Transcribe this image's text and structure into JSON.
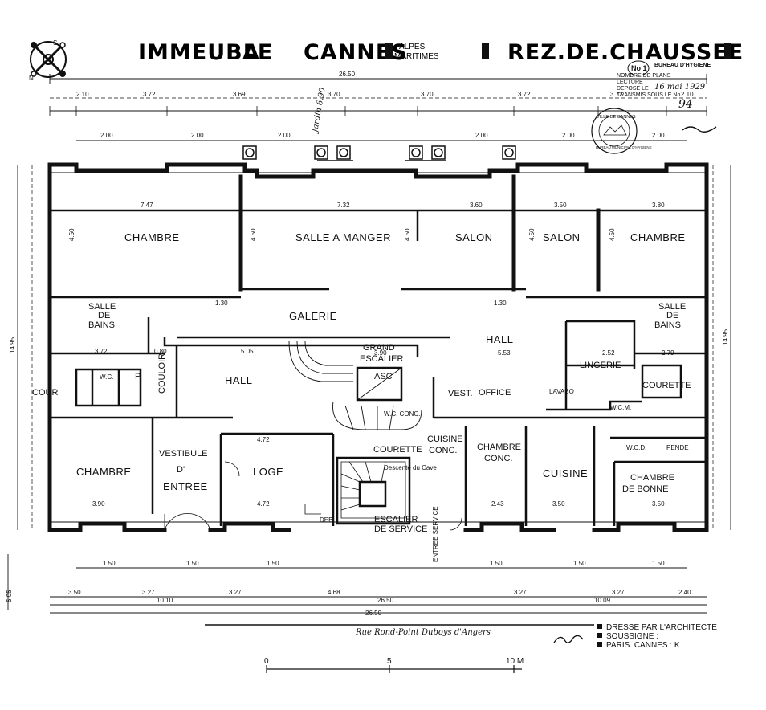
{
  "header": {
    "title_part1": "IMMEUBLE",
    "title_part2": "A",
    "title_part3": "CANNES",
    "region_top": "ALPES",
    "region_bottom": "MARITIMES",
    "title_part4": "REZ.DE.CHAUSSEE"
  },
  "stamp": {
    "number": "No 1",
    "office": "BUREAU D'HYGIENE",
    "line1": "NOMBRE DE PLANS",
    "line2": "LECTURE",
    "line3": "DEPOSE LE",
    "line4": "TRANSMIS SOUS LE No",
    "date_handwritten": "16 mai 1929",
    "number_handwritten": "94",
    "seal_line1": "VILLE DE CANNES",
    "seal_line2": "BUREAU MUNICIPAL D'HYGIENE"
  },
  "rooms": {
    "chambre_nw": "CHAMBRE",
    "salle_manger": "SALLE A MANGER",
    "salon1": "SALON",
    "salon2": "SALON",
    "chambre_ne": "CHAMBRE",
    "salle_bains_w_1": "SALLE",
    "salle_bains_w_2": "DE",
    "salle_bains_w_3": "BAINS",
    "galerie": "GALERIE",
    "hall_e": "HALL",
    "salle_bains_e_1": "SALLE",
    "salle_bains_e_2": "DE",
    "salle_bains_e_3": "BAINS",
    "grand_escalier_1": "GRAND",
    "grand_escalier_2": "ESCALIER",
    "asc": "ASC",
    "couloir": "COULOIR",
    "hall_w": "HALL",
    "wc_w": "W.C.",
    "p_w": "P.",
    "cour": "COUR",
    "lingerie": "LINGERIE",
    "courette_e": "COURETTE",
    "lavabo": "LAVABO",
    "vest": "VEST.",
    "office": "OFFICE",
    "wc_concg": "W.C. CONC.",
    "wcm": "W.C.M.",
    "chambre_sw": "CHAMBRE",
    "vestibule_1": "VESTIBULE",
    "vestibule_2": "D'",
    "vestibule_3": "ENTREE",
    "loge": "LOGE",
    "courette_c": "COURETTE",
    "cuisine_conc_1": "CUISINE",
    "cuisine_conc_2": "CONC.",
    "chambre_conc_1": "CHAMBRE",
    "chambre_conc_2": "CONC.",
    "cuisine": "CUISINE",
    "chambre_bonne_1": "CHAMBRE",
    "chambre_bonne_2": "DE BONNE",
    "wcd": "W.C.D.",
    "pende": "PENDE",
    "deb": "DEB.",
    "escalier_service_1": "ESCALIER",
    "escalier_service_2": "DE SERVICE",
    "entree_service": "ENTREE SERVICE",
    "descente": "Descente du Cave",
    "jardin": "Jardin 6.90"
  },
  "dimensions": {
    "overall_width": "26.50",
    "overall_depth": "14.95",
    "top_row": [
      "2.10",
      "3.72",
      "3.69",
      "3.70",
      "3.70",
      "3.72",
      "3.72",
      "2.10"
    ],
    "window_widths": [
      "2.00",
      "2.00",
      "2.00",
      "2.00",
      "2.00",
      "2.00"
    ],
    "room_widths": [
      "7.47",
      "7.32",
      "3.60",
      "3.50",
      "3.80"
    ],
    "room_depths": [
      "4.50",
      "4.50",
      "4.50",
      "4.50",
      "4.50"
    ],
    "galerie": [
      "1.30",
      "1.30"
    ],
    "hall_row": [
      "3.72",
      "0.80",
      "5.05",
      "3.90",
      "5.53",
      "2.52",
      "2.79"
    ],
    "lower_rooms": [
      "4.72",
      "4.72",
      "3.90",
      "2.43",
      "3.50",
      "3.50"
    ],
    "bottom_row": [
      "3.50",
      "3.27",
      "3.27",
      "4.68",
      "3.27",
      "3.27",
      "2.40"
    ],
    "bottom_total": "26.50",
    "bottom_a": "10.10",
    "bottom_b": "10.09",
    "window_sill": [
      "1.50",
      "1.50",
      "1.50",
      "1.50",
      "1.50",
      "1.50"
    ],
    "left_total": "5.05"
  },
  "footer": {
    "street": "Rue Rond-Point Duboys d'Angers",
    "architect_1": "DRESSE PAR L'ARCHITECTE",
    "architect_2": "SOUSSIGNE :",
    "architect_3": "PARIS. CANNES : K",
    "scale_0": "0",
    "scale_5": "5",
    "scale_10": "10 M"
  },
  "compass": {
    "n": "N",
    "s": "S"
  }
}
